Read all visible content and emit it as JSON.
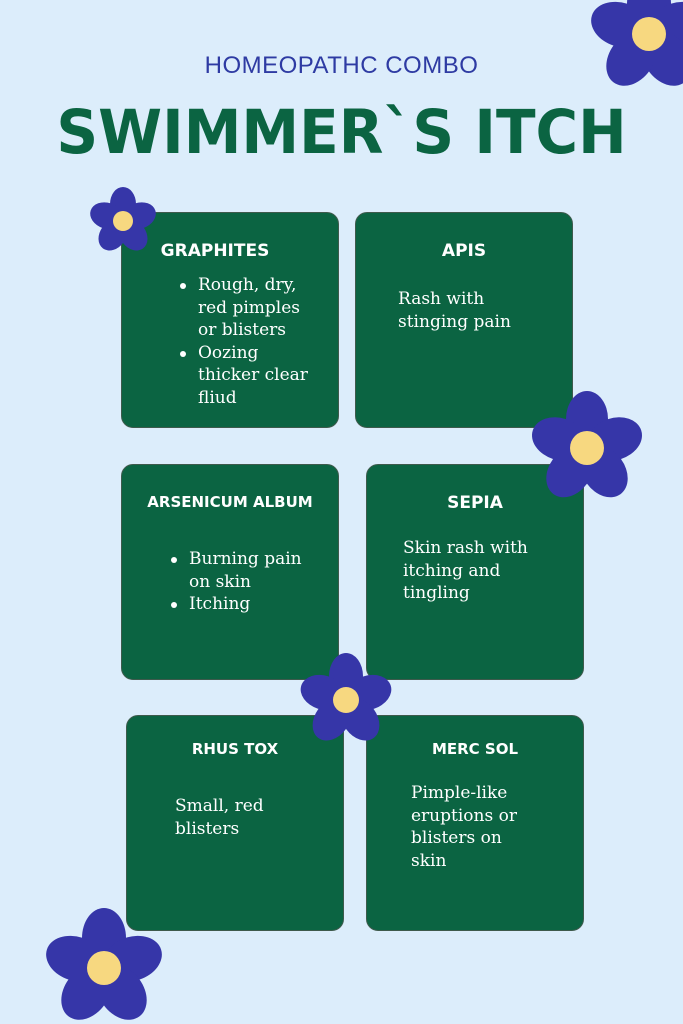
{
  "header": {
    "subtitle": "HOMEOPATHC COMBO",
    "title": "SWIMMER`S ITCH"
  },
  "colors": {
    "background": "#dcedfb",
    "card": "#0b6442",
    "subtitle": "#2e3ba3",
    "flower_petal": "#3636a8",
    "flower_center": "#f7d880"
  },
  "icons": [
    "flower-icon"
  ],
  "cards": {
    "graphites": {
      "title": "GRAPHITES",
      "bullets": [
        "Rough, dry, red pimples or blisters",
        "Oozing thicker clear fliud"
      ]
    },
    "apis": {
      "title": "APIS",
      "text": "Rash with stinging pain"
    },
    "arsenicum": {
      "title": "ARSENICUM ALBUM",
      "bullets": [
        "Burning pain on skin",
        "Itching"
      ]
    },
    "sepia": {
      "title": "SEPIA",
      "text": "Skin rash with itching and tingling"
    },
    "rhus": {
      "title": "RHUS TOX",
      "text": "Small, red blisters"
    },
    "merc": {
      "title": "MERC SOL",
      "text": "Pimple-like eruptions or blisters on skin"
    }
  }
}
